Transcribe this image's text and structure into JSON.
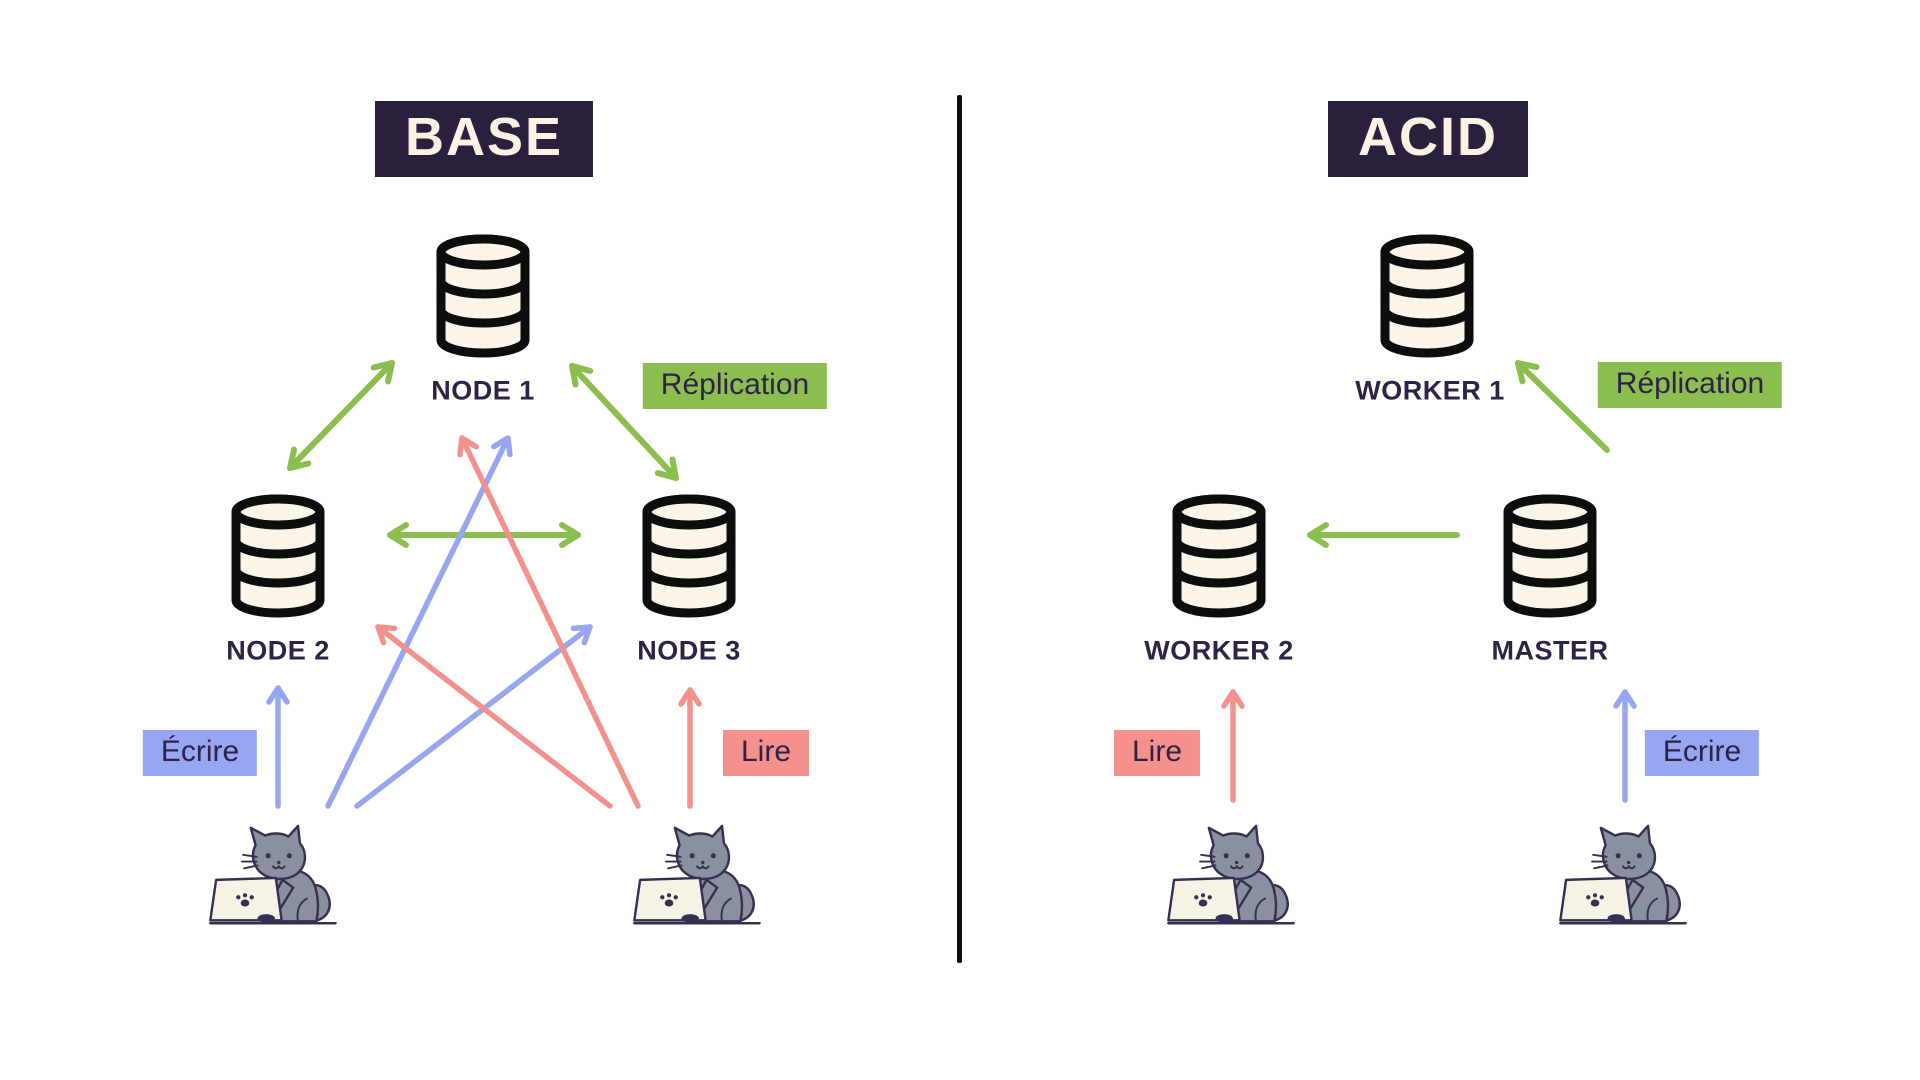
{
  "diagram": {
    "left": {
      "title": "BASE",
      "node1": "NODE 1",
      "node2": "NODE 2",
      "node3": "NODE 3",
      "replication": "Réplication",
      "write": "Écrire",
      "read": "Lire"
    },
    "right": {
      "title": "ACID",
      "worker1": "WORKER 1",
      "worker2": "WORKER 2",
      "master": "MASTER",
      "replication": "Réplication",
      "write": "Écrire",
      "read": "Lire"
    }
  },
  "colors": {
    "green": "#8CBE4F",
    "blue": "#97A6F2",
    "red": "#F5918C",
    "dark": "#2E2247",
    "badge-dark": "#2B1F3E",
    "cream": "#FAF3E4",
    "db-fill": "#FAF5E8",
    "outline": "#0D0D0D",
    "cat-gray": "#8B90A0",
    "cat-outline": "#343051",
    "laptop-cream": "#F7F2E6",
    "background": "#FFFFFF"
  },
  "icons": {
    "database": "database-icon",
    "cat": "cat-at-laptop-icon"
  }
}
